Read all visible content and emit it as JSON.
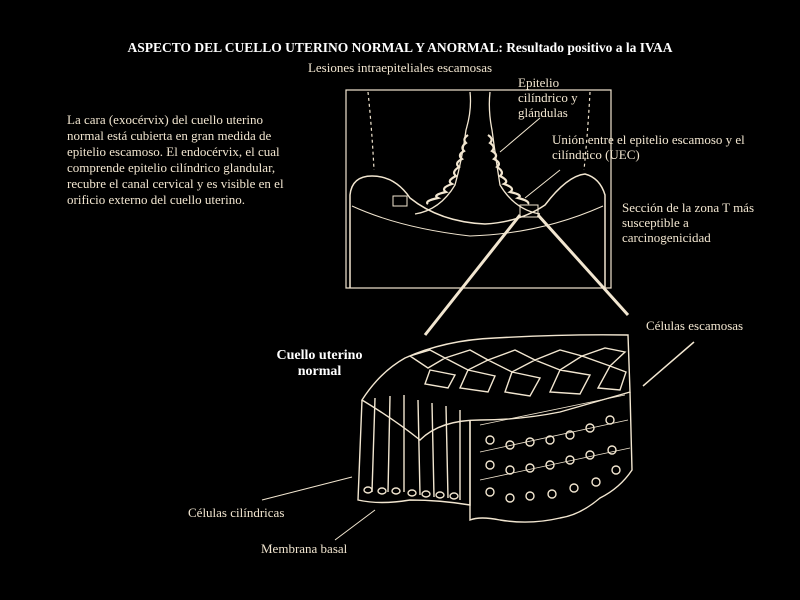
{
  "title": "ASPECTO DEL CUELLO UTERINO NORMAL Y ANORMAL: Resultado positivo a la IVAA",
  "subtitle": "Lesiones intraepiteliales escamosas",
  "intro_text": "La cara (exocérvix) del cuello uterino normal está cubierta en gran medida de epitelio escamoso. El endocérvix, el cual comprende epitelio cilíndrico glandular, recubre el canal cervical y es visible en el orificio externo del cuello uterino.",
  "labels": {
    "epitelio_cilindrico": "Epitelio cilíndrico y glándulas",
    "union_epitelios": "Unión entre el epitelio escamoso y el cilíndrico (UEC)",
    "seccion_zona_t": "Sección de la zona T más susceptible a carcinogenicidad",
    "cuello_normal": "Cuello uterino normal",
    "celulas_escamosas": "Células escamosas",
    "celulas_cilindricas": "Células cilíndricas",
    "membrana_basal": "Membrana basal"
  },
  "colors": {
    "background": "#000000",
    "line": "#f2e6d0"
  }
}
